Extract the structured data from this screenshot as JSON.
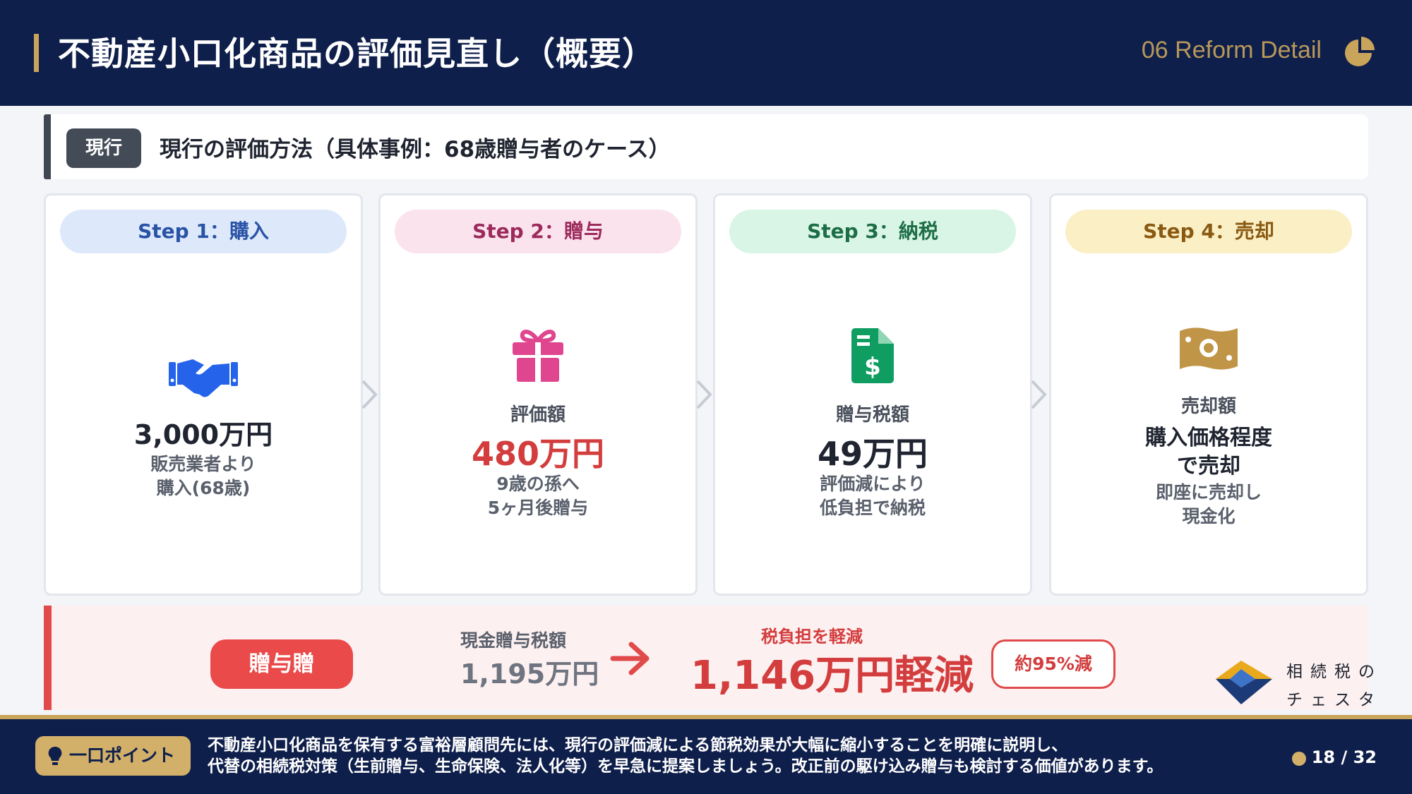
{
  "header": {
    "title": "不動産小口化商品の評価見直し（概要）",
    "section": "06 Reform Detail",
    "icon": "pie-chart-icon"
  },
  "current": {
    "tag": "現行",
    "heading": "現行の評価方法（具体事例：68歳贈与者のケース）"
  },
  "steps": [
    {
      "label": "Step 1：購入",
      "icon": "handshake-icon",
      "value": "3,000万円",
      "desc1": "販売業者より",
      "desc2": "購入(68歳)",
      "pill_bg": "#dde9fb",
      "pill_fg": "#2a53a6"
    },
    {
      "label": "Step 2：贈与",
      "icon": "gift-icon",
      "caption": "評価額",
      "value": "480万円",
      "desc1": "9歳の孫へ",
      "desc2": "5ヶ月後贈与",
      "pill_bg": "#fbe3ee",
      "pill_fg": "#9c2a5c"
    },
    {
      "label": "Step 3：納税",
      "icon": "tax-document-icon",
      "caption": "贈与税額",
      "value": "49万円",
      "desc1": "評価減により",
      "desc2": "低負担で納税",
      "pill_bg": "#d8f5e6",
      "pill_fg": "#1d6e46"
    },
    {
      "label": "Step 4：売却",
      "icon": "money-bill-icon",
      "caption": "売却額",
      "value1": "購入価格程度",
      "value2": "で売却",
      "desc1": "即座に売却し",
      "desc2": "現金化",
      "pill_bg": "#fbefc5",
      "pill_fg": "#8a5a12"
    }
  ],
  "result": {
    "badge": "贈与贈",
    "cash_label": "現金贈与税額",
    "cash_value": "1,195万円",
    "reduce_label": "税負担を軽減",
    "reduce_value": "1,146万円軽減",
    "percent": "約95%減"
  },
  "logo": {
    "line1": "相続税の",
    "line2": "チェスター"
  },
  "footer": {
    "point_label": "一口ポイント",
    "message1": "不動産小口化商品を保有する富裕層顧問先には、現行の評価減による節税効果が大幅に縮小することを明確に説明し、",
    "message2": "代替の相続税対策（生前贈与、生命保険、法人化等）を早急に提案しましょう。改正前の駆け込み贈与も検討する価値があります。",
    "page": "18 / 32"
  },
  "colors": {
    "navy": "#0f1f4b",
    "gold": "#c9a45b",
    "red": "#d33d3d",
    "blue_icon": "#2563eb",
    "pink_icon": "#e0468f",
    "green_icon": "#0f9d62",
    "gold_icon": "#c09548"
  }
}
